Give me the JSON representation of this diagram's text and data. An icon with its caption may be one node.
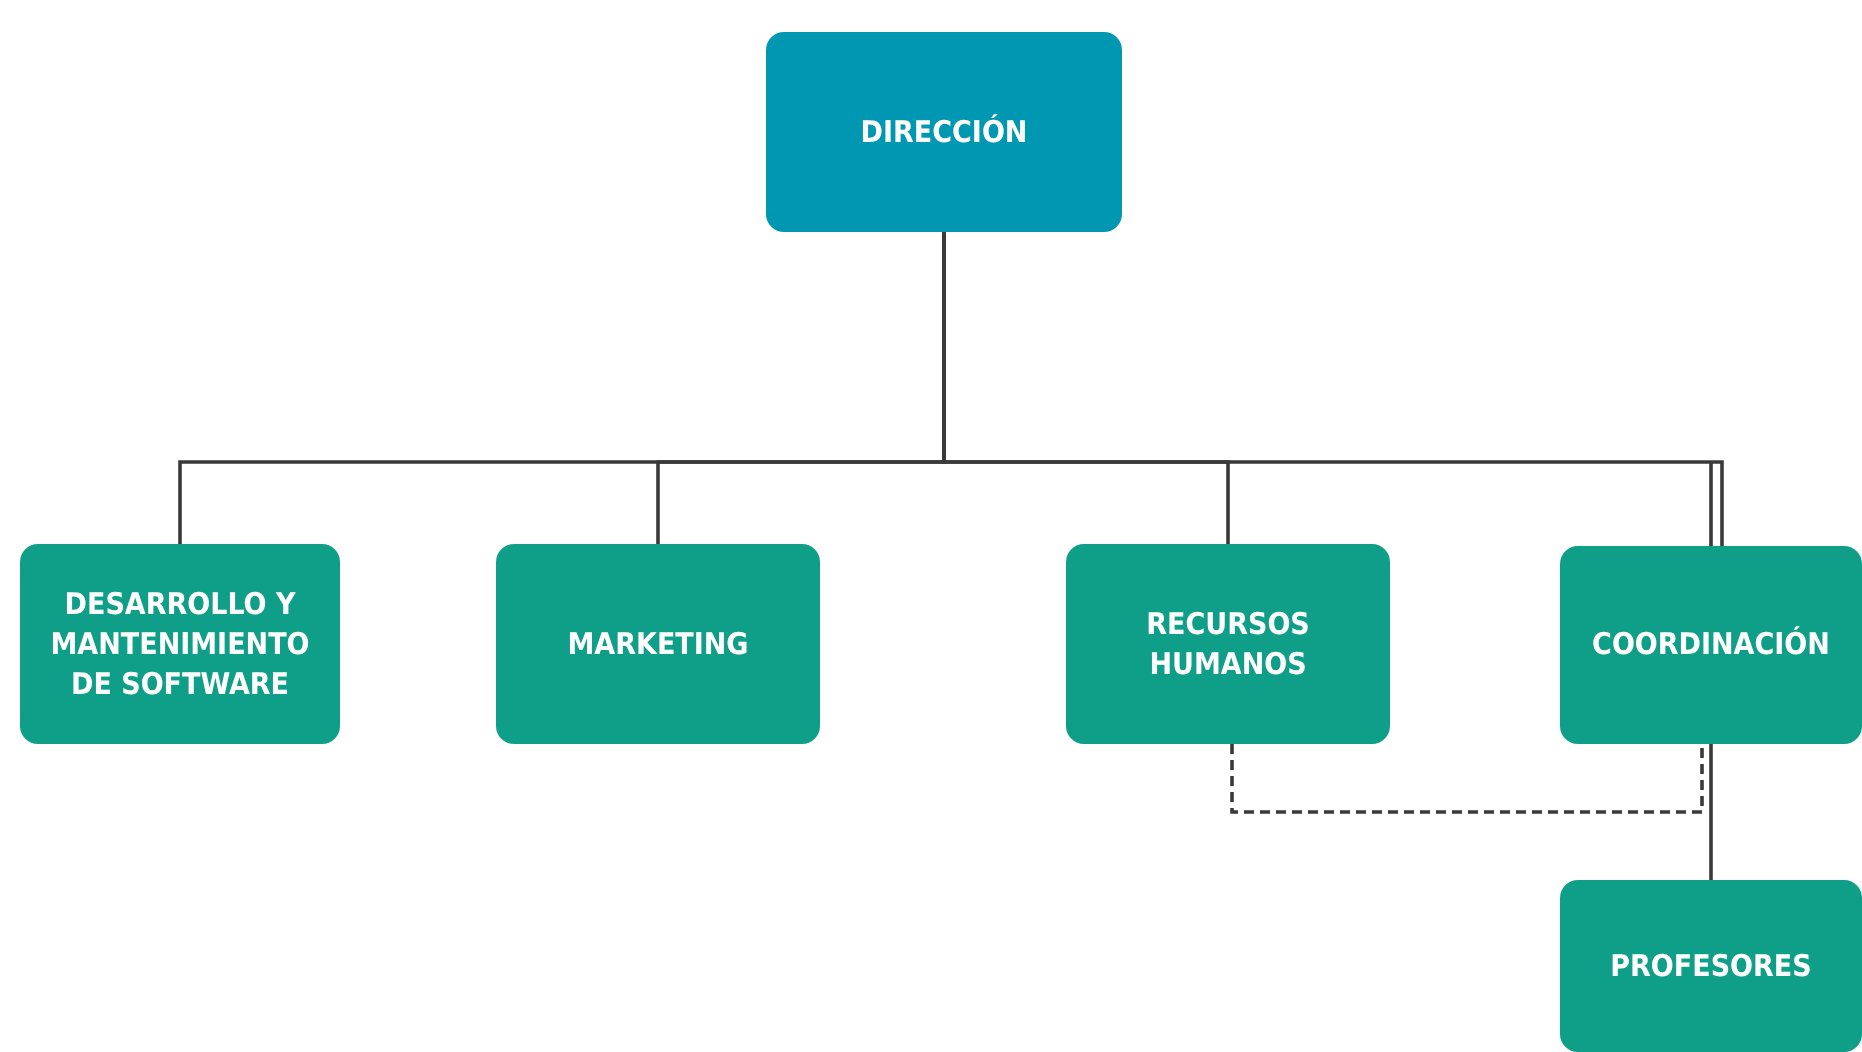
{
  "diagram": {
    "nodes": [
      {
        "text": [
          "DIRECCIÓN"
        ]
      },
      {
        "text": [
          "DESARROLLO Y MANTENIMIENTO DE SOFTWARE"
        ]
      },
      {
        "text": [
          "MARKETING"
        ]
      },
      {
        "text": [
          "RECURSOS HUMANOS"
        ]
      },
      {
        "text": [
          "COORDINACIÓN"
        ]
      },
      {
        "text": [
          "PROFESORES"
        ]
      }
    ],
    "edges": [
      {
        "from": 0,
        "to": 1,
        "arrow": "none"
      },
      {
        "from": 0,
        "to": 2,
        "arrow": "none"
      },
      {
        "from": 0,
        "to": 3,
        "arrow": "none"
      },
      {
        "from": 0,
        "to": 4,
        "arrow": "none"
      },
      {
        "from": 3,
        "to": 4,
        "arrow": "none",
        "style": "dashed"
      },
      {
        "from": 4,
        "to": 5,
        "arrow": "none"
      }
    ]
  }
}
